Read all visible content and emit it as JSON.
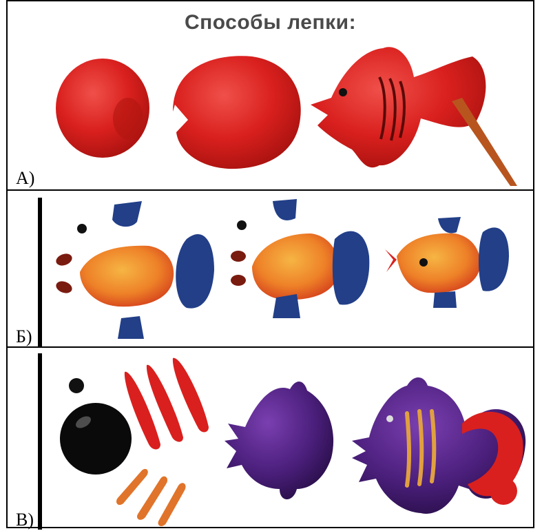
{
  "title": "Способы лепки:",
  "rows": [
    {
      "label": "А)"
    },
    {
      "label": "Б)"
    },
    {
      "label": "В)"
    }
  ],
  "colors": {
    "red": "#d9201e",
    "orange": "#f08a2a",
    "blue": "#223f88",
    "purple": "#4b1f7c",
    "black": "#0a0a0a"
  }
}
